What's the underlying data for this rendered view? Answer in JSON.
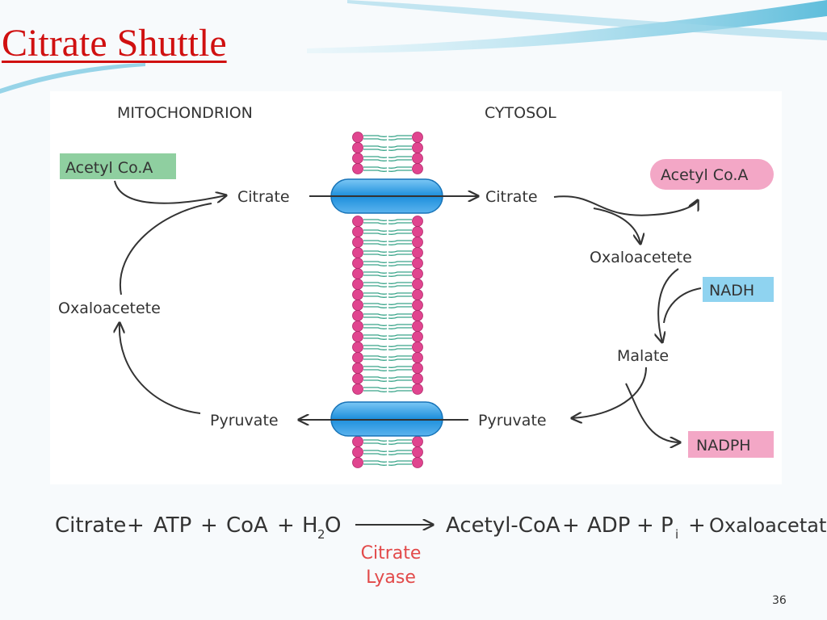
{
  "slide": {
    "title": "Citrate Shuttle",
    "page_number": "36"
  },
  "diagram": {
    "left_header": "MITOCHONDRION",
    "right_header": "CYTOSOL",
    "mito": {
      "acetyl_coa": "Acetyl Co.A",
      "citrate": "Citrate",
      "oxaloacetete": "Oxaloacetete",
      "pyruvate": "Pyruvate"
    },
    "cyto": {
      "citrate": "Citrate",
      "acetyl_coa": "Acetyl Co.A",
      "oxaloacetete": "Oxaloacetete",
      "nadh": "NADH",
      "malate": "Malate",
      "pyruvate": "Pyruvate",
      "nadph": "NADPH"
    },
    "colors": {
      "green_box": "#8fcfa0",
      "pink_box": "#f3a7c6",
      "blue_box": "#8fd3f0",
      "transporter": "#3aa6e6",
      "lipid_head": "#e0458f",
      "lipid_tail": "#3aa58a"
    }
  },
  "equation": {
    "reactants": [
      "Citrate",
      "ATP",
      "CoA",
      "H",
      "2",
      "O"
    ],
    "products": [
      "Acetyl-CoA",
      "ADP",
      "P",
      "i",
      "Oxaloacetate"
    ],
    "plus": "+",
    "enzyme_line1": "Citrate",
    "enzyme_line2": "Lyase"
  }
}
